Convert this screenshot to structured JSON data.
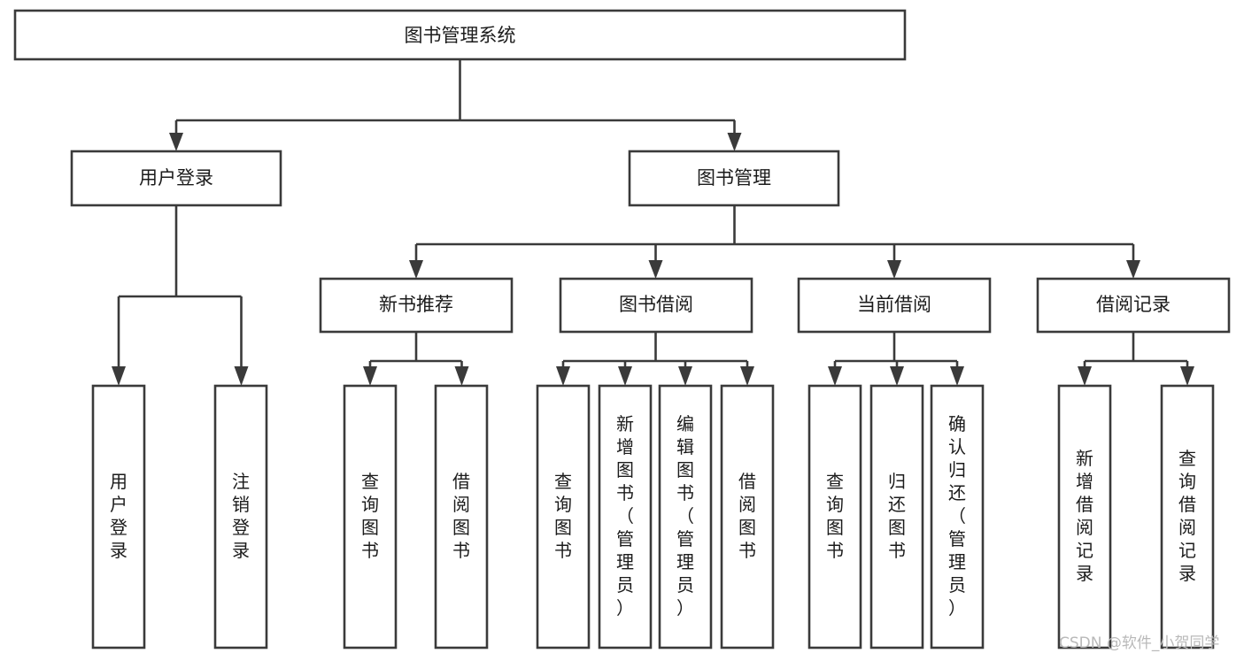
{
  "diagram": {
    "type": "tree-hierarchy",
    "title": "图书管理系统",
    "watermark": "CSDN @软件_小贺同学",
    "colors": {
      "box_stroke": "#3a3a3a",
      "box_fill": "#ffffff",
      "text": "#1b1b1b",
      "background": "#ffffff",
      "watermark": "#b9b9b9"
    },
    "levels": {
      "level0": [
        {
          "id": "root",
          "label": "图书管理系统",
          "orientation": "horizontal"
        }
      ],
      "level1": [
        {
          "id": "user-login",
          "label": "用户登录",
          "orientation": "horizontal"
        },
        {
          "id": "book-manage",
          "label": "图书管理",
          "orientation": "horizontal"
        }
      ],
      "level2": [
        {
          "id": "new-book-rec",
          "label": "新书推荐",
          "orientation": "horizontal",
          "parent": "book-manage"
        },
        {
          "id": "book-borrow",
          "label": "图书借阅",
          "orientation": "horizontal",
          "parent": "book-manage"
        },
        {
          "id": "current-borrow",
          "label": "当前借阅",
          "orientation": "horizontal",
          "parent": "book-manage"
        },
        {
          "id": "borrow-record",
          "label": "借阅记录",
          "orientation": "horizontal",
          "parent": "book-manage"
        }
      ],
      "level3": [
        {
          "id": "leaf-user-login",
          "label": "用户登录",
          "orientation": "vertical",
          "parent": "user-login"
        },
        {
          "id": "leaf-logout-login",
          "label": "注销登录",
          "orientation": "vertical",
          "parent": "user-login"
        },
        {
          "id": "leaf-query-book-1",
          "label": "查询图书",
          "orientation": "vertical",
          "parent": "new-book-rec"
        },
        {
          "id": "leaf-borrow-book-1",
          "label": "借阅图书",
          "orientation": "vertical",
          "parent": "new-book-rec"
        },
        {
          "id": "leaf-query-book-2",
          "label": "查询图书",
          "orientation": "vertical",
          "parent": "book-borrow"
        },
        {
          "id": "leaf-add-book",
          "label": "新增图书（管理员）",
          "orientation": "vertical",
          "parent": "book-borrow"
        },
        {
          "id": "leaf-edit-book",
          "label": "编辑图书（管理员）",
          "orientation": "vertical",
          "parent": "book-borrow"
        },
        {
          "id": "leaf-borrow-book-2",
          "label": "借阅图书",
          "orientation": "vertical",
          "parent": "book-borrow"
        },
        {
          "id": "leaf-query-book-3",
          "label": "查询图书",
          "orientation": "vertical",
          "parent": "current-borrow"
        },
        {
          "id": "leaf-return-book",
          "label": "归还图书",
          "orientation": "vertical",
          "parent": "current-borrow"
        },
        {
          "id": "leaf-confirm-return",
          "label": "确认归还（管理员）",
          "orientation": "vertical",
          "parent": "current-borrow"
        },
        {
          "id": "leaf-add-record",
          "label": "新增借阅记录",
          "orientation": "vertical",
          "parent": "borrow-record"
        },
        {
          "id": "leaf-query-record",
          "label": "查询借阅记录",
          "orientation": "vertical",
          "parent": "borrow-record"
        }
      ]
    }
  }
}
